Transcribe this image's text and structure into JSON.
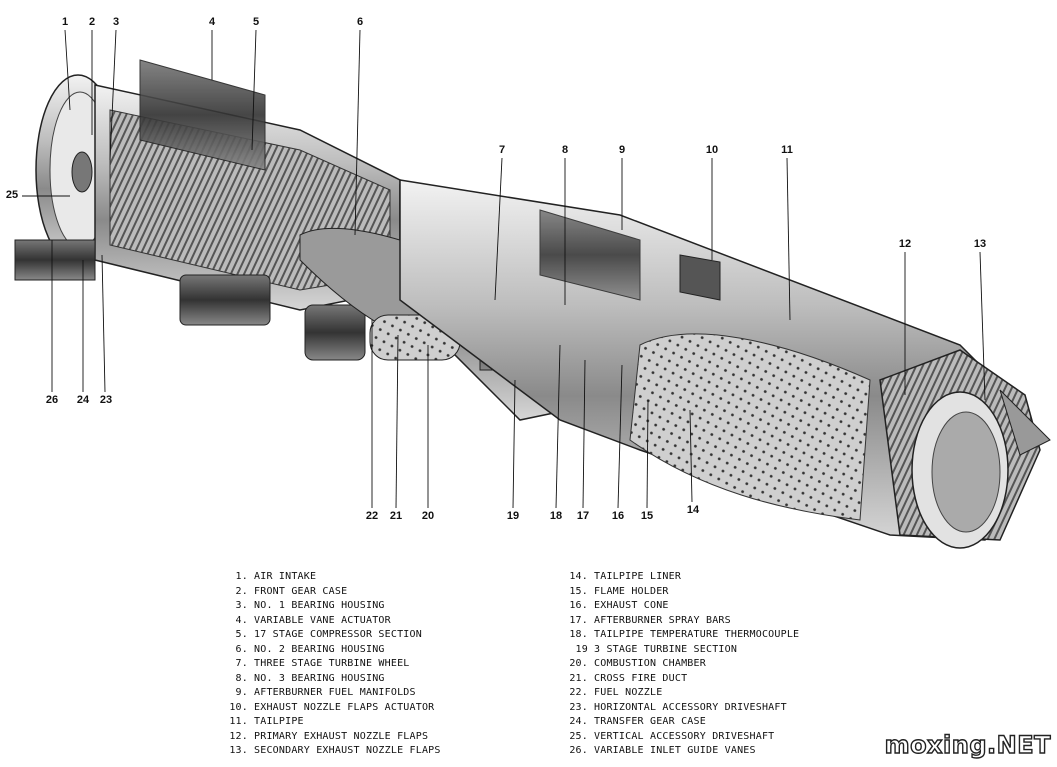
{
  "callouts": {
    "n1": "1",
    "n2": "2",
    "n3": "3",
    "n4": "4",
    "n5": "5",
    "n6": "6",
    "n7": "7",
    "n8": "8",
    "n9": "9",
    "n10": "10",
    "n11": "11",
    "n12": "12",
    "n13": "13",
    "n14": "14",
    "n15": "15",
    "n16": "16",
    "n17": "17",
    "n18": "18",
    "n19": "19",
    "n20": "20",
    "n21": "21",
    "n22": "22",
    "n23": "23",
    "n24": "24",
    "n25": "25",
    "n26": "26"
  },
  "legend": {
    "left": [
      {
        "num": "1.",
        "label": "AIR INTAKE"
      },
      {
        "num": "2.",
        "label": "FRONT GEAR CASE"
      },
      {
        "num": "3.",
        "label": "NO. 1 BEARING HOUSING"
      },
      {
        "num": "4.",
        "label": "VARIABLE VANE ACTUATOR"
      },
      {
        "num": "5.",
        "label": "17 STAGE COMPRESSOR SECTION"
      },
      {
        "num": "6.",
        "label": "NO. 2 BEARING HOUSING"
      },
      {
        "num": "7.",
        "label": "THREE STAGE TURBINE WHEEL"
      },
      {
        "num": "8.",
        "label": "NO. 3 BEARING HOUSING"
      },
      {
        "num": "9.",
        "label": "AFTERBURNER FUEL MANIFOLDS"
      },
      {
        "num": "10.",
        "label": "EXHAUST NOZZLE FLAPS ACTUATOR"
      },
      {
        "num": "11.",
        "label": "TAILPIPE"
      },
      {
        "num": "12.",
        "label": "PRIMARY EXHAUST NOZZLE FLAPS"
      },
      {
        "num": "13.",
        "label": "SECONDARY EXHAUST NOZZLE FLAPS"
      }
    ],
    "right": [
      {
        "num": "14.",
        "label": "TAILPIPE LINER"
      },
      {
        "num": "15.",
        "label": "FLAME HOLDER"
      },
      {
        "num": "16.",
        "label": "EXHAUST CONE"
      },
      {
        "num": "17.",
        "label": "AFTERBURNER SPRAY BARS"
      },
      {
        "num": "18.",
        "label": "TAILPIPE TEMPERATURE THERMOCOUPLE"
      },
      {
        "num": "19",
        "label": "3 STAGE TURBINE SECTION"
      },
      {
        "num": "20.",
        "label": "COMBUSTION CHAMBER"
      },
      {
        "num": "21.",
        "label": "CROSS FIRE DUCT"
      },
      {
        "num": "22.",
        "label": "FUEL NOZZLE"
      },
      {
        "num": "23.",
        "label": "HORIZONTAL ACCESSORY DRIVESHAFT"
      },
      {
        "num": "24.",
        "label": "TRANSFER GEAR CASE"
      },
      {
        "num": "25.",
        "label": "VERTICAL ACCESSORY DRIVESHAFT"
      },
      {
        "num": "26.",
        "label": "VARIABLE INLET GUIDE VANES"
      }
    ]
  },
  "watermark": "moxing.NET"
}
